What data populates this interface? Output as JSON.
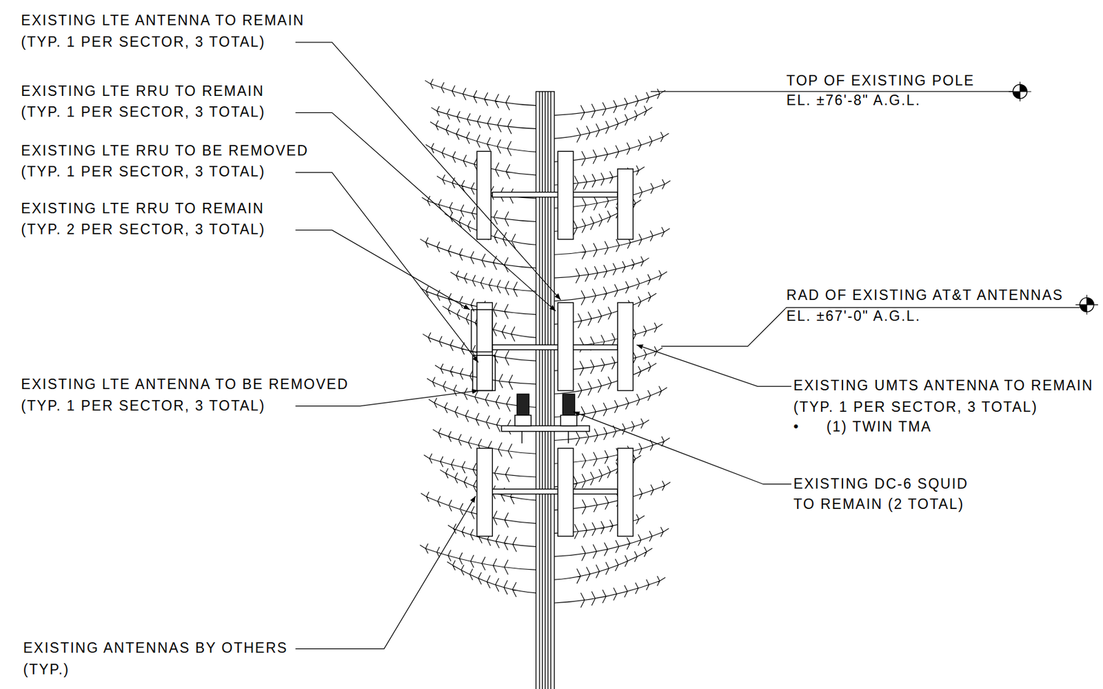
{
  "diagram": {
    "labels": [
      "EXISTING LTE ANTENNA TO REMAIN",
      "(TYP. 1 PER SECTOR, 3 TOTAL)",
      "EXISTING LTE RRU TO REMAIN",
      "(TYP. 1 PER SECTOR, 3 TOTAL)",
      "EXISTING LTE RRU TO BE REMOVED",
      "(TYP. 1 PER SECTOR, 3 TOTAL)",
      "EXISTING LTE RRU TO REMAIN",
      "(TYP. 2 PER SECTOR, 3 TOTAL)",
      "EXISTING LTE ANTENNA TO BE REMOVED",
      "(TYP. 1 PER SECTOR, 3 TOTAL)",
      "EXISTING ANTENNAS BY OTHERS",
      "(TYP.)",
      "TOP OF EXISTING POLE",
      "EL. ±76'-8\" A.G.L.",
      "RAD OF EXISTING AT&T ANTENNAS",
      "EL. ±67'-0\" A.G.L.",
      "EXISTING UMTS ANTENNA TO REMAIN",
      "(TYP. 1 PER SECTOR, 3 TOTAL)",
      "•",
      "(1) TWIN TMA",
      "EXISTING DC-6 SQUID",
      "TO REMAIN (2 TOTAL)"
    ]
  }
}
